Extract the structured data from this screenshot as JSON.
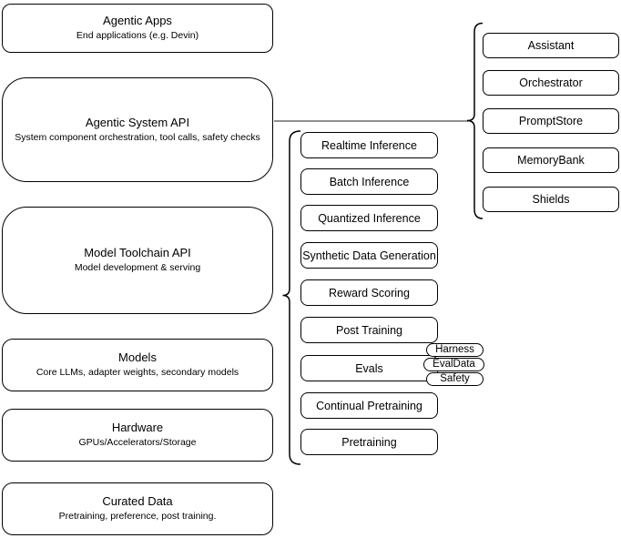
{
  "left_stack": [
    {
      "title": "Agentic Apps",
      "subtitle": "End applications (e.g. Devin)"
    },
    {
      "title": "Agentic System API",
      "subtitle": "System component orchestration, tool calls, safety checks"
    },
    {
      "title": "Model Toolchain API",
      "subtitle": "Model development & serving"
    },
    {
      "title": "Models",
      "subtitle": "Core LLMs, adapter weights, secondary models"
    },
    {
      "title": "Hardware",
      "subtitle": "GPUs/Accelerators/Storage"
    },
    {
      "title": "Curated Data",
      "subtitle": "Pretraining, preference, post training."
    }
  ],
  "toolchain_items": [
    "Realtime Inference",
    "Batch Inference",
    "Quantized Inference",
    "Synthetic Data Generation",
    "Reward Scoring",
    "Post Training",
    "Evals",
    "Continual Pretraining",
    "Pretraining"
  ],
  "eval_tags": [
    "Harness",
    "EvalData",
    "Safety"
  ],
  "system_components": [
    "Assistant",
    "Orchestrator",
    "PromptStore",
    "MemoryBank",
    "Shields"
  ],
  "colors": {
    "box_border": "#000000",
    "box_fill": "#ffffff",
    "connector_line": "#808080",
    "brace": "#000000",
    "text": "#000000"
  }
}
